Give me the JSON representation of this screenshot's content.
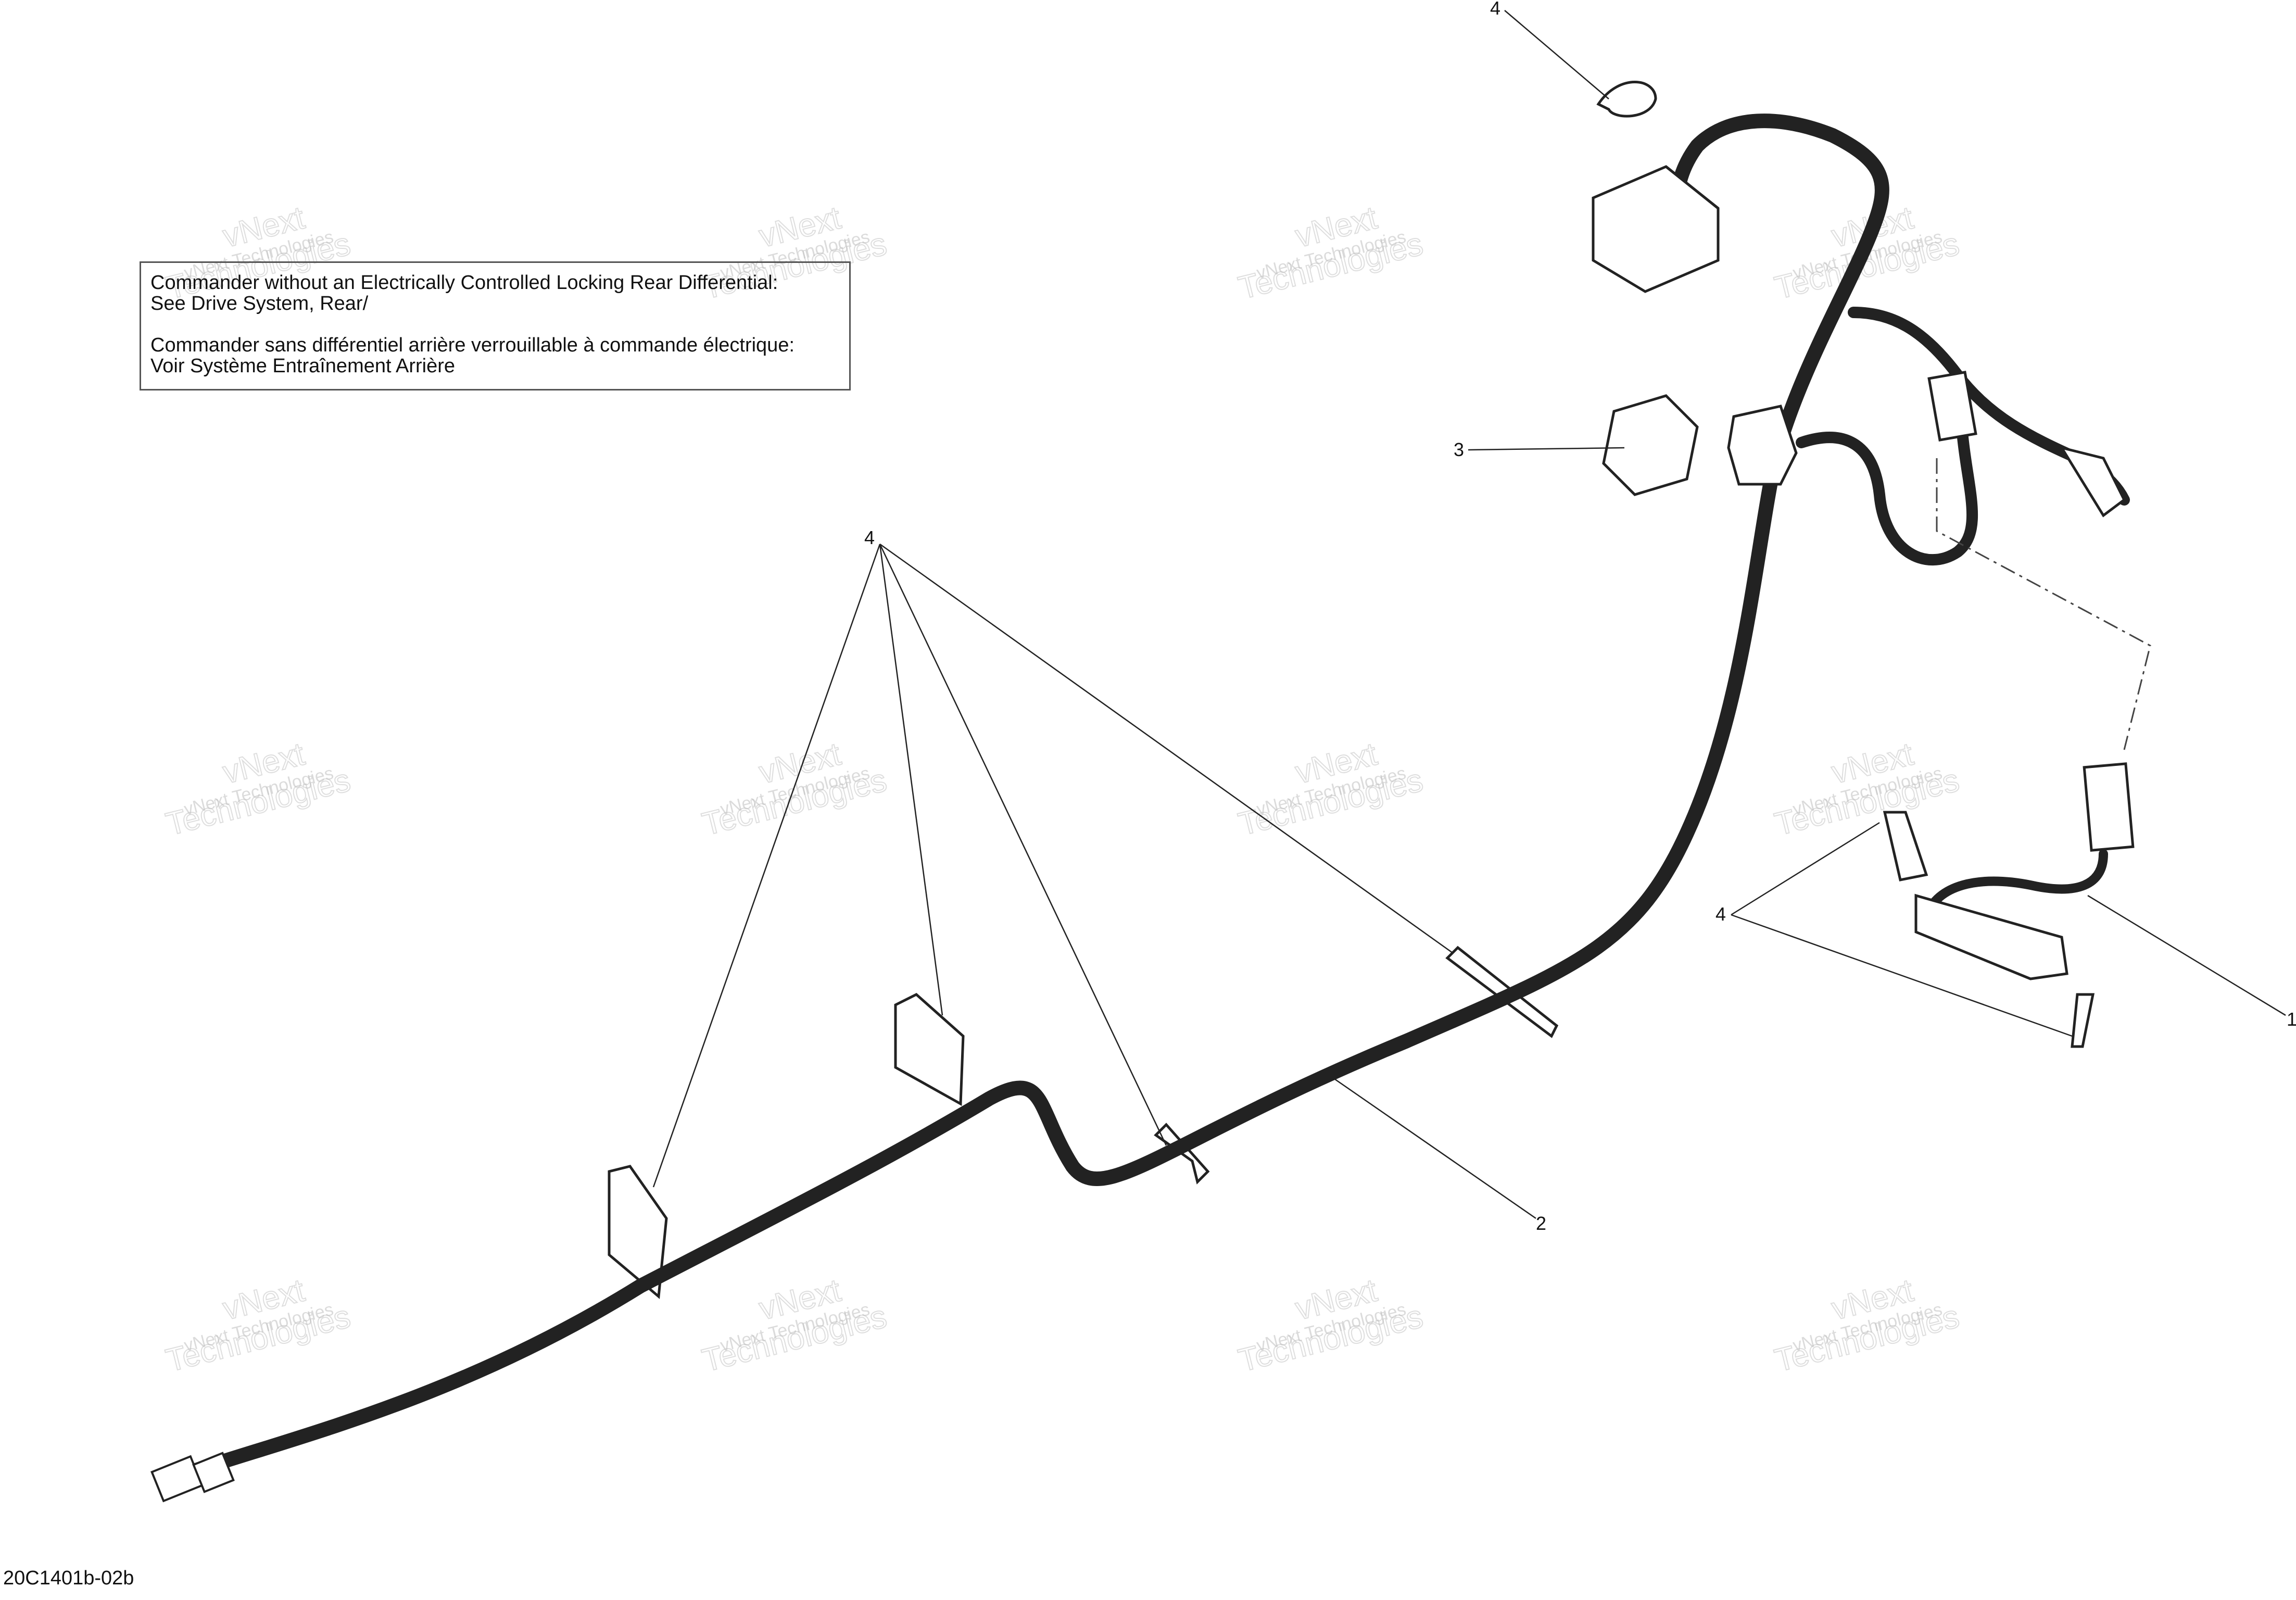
{
  "note": {
    "line1": "Commander without an Electrically Controlled Locking Rear Differential:",
    "line2": "See Drive System, Rear/",
    "line3": "Commander sans différentiel arrière verrouillable à commande électrique:",
    "line4": "Voir Système Entraînement Arrière"
  },
  "figure_id": "20C1401b-02b",
  "callouts": {
    "c4_top": "4",
    "c3": "3",
    "c4_mid": "4",
    "c4_right": "4",
    "c2": "2",
    "c1": "1"
  },
  "watermark": {
    "small": "vNext Technologies",
    "big_line1": "vNext",
    "big_line2": "Technologies"
  }
}
